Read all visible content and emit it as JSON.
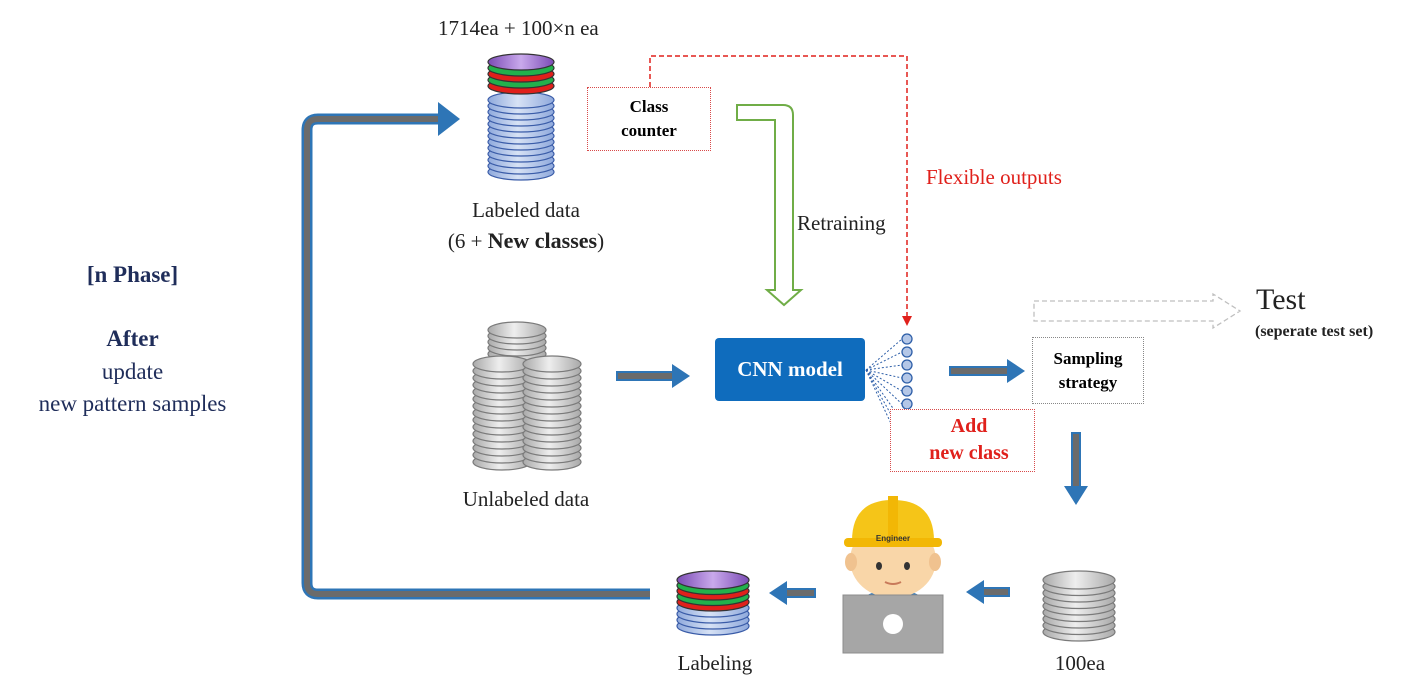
{
  "left_panel": {
    "phase": "[n Phase]",
    "after": "After",
    "update": "update",
    "new_pattern": "new pattern samples"
  },
  "labeled": {
    "count": "1714ea + 100×n ea",
    "label": "Labeled data",
    "sub_prefix": "(6 + ",
    "sub_bold": "New classes",
    "sub_suffix": ")"
  },
  "class_counter": {
    "line1": "Class",
    "line2": "counter"
  },
  "retraining": "Retraining",
  "flexible_outputs": "Flexible outputs",
  "cnn_model": "CNN model",
  "add_new_class": {
    "line1": "Add",
    "line2": "new class"
  },
  "sampling_strategy": {
    "line1": "Sampling",
    "line2": "strategy"
  },
  "test": {
    "title": "Test",
    "sub": "(seperate test set)"
  },
  "unlabeled": "Unlabeled data",
  "hundred": "100ea",
  "labeling": "Labeling",
  "engineer": {
    "badge": "Engineer"
  },
  "colors": {
    "arrow_blue": "#2e75b6",
    "arrow_core": "#6b6b6b",
    "cnn_blue": "#0f6cbd",
    "red": "#e0201b",
    "retrain_green": "#70ad47",
    "disk_blue": "#b4c7e7",
    "disk_gray": "#d9d9d9"
  }
}
